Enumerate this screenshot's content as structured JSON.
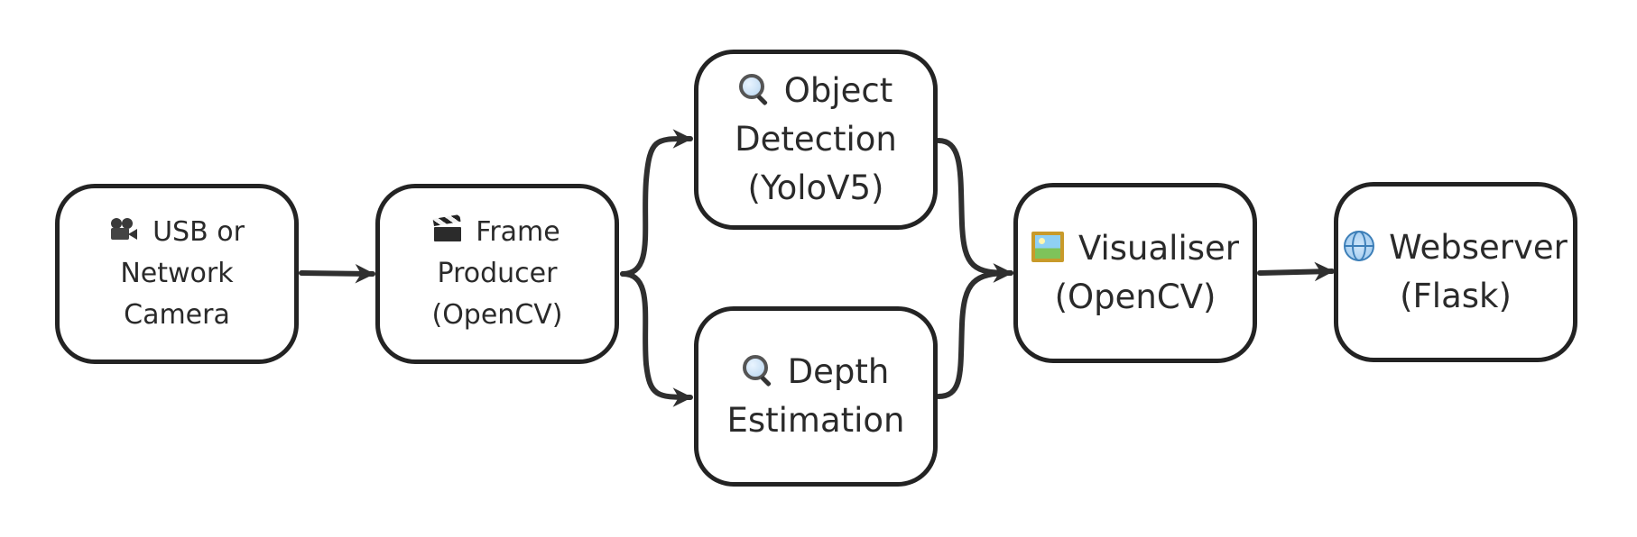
{
  "diagram": {
    "nodes": [
      {
        "id": "camera",
        "icon": "movie-camera-icon",
        "lines": [
          "USB or",
          "Network",
          "Camera"
        ]
      },
      {
        "id": "frame-producer",
        "icon": "clapper-board-icon",
        "lines": [
          "Frame",
          "Producer",
          "(OpenCV)"
        ]
      },
      {
        "id": "object-detection",
        "icon": "magnifying-glass-icon",
        "lines": [
          "Object",
          "Detection",
          "(YoloV5)"
        ]
      },
      {
        "id": "depth-estimation",
        "icon": "magnifying-glass-icon",
        "lines": [
          "Depth",
          "Estimation"
        ]
      },
      {
        "id": "visualiser",
        "icon": "framed-picture-icon",
        "lines": [
          "Visualiser",
          "(OpenCV)"
        ]
      },
      {
        "id": "webserver",
        "icon": "globe-icon",
        "lines": [
          "Webserver",
          "(Flask)"
        ]
      }
    ],
    "edges": [
      {
        "from": "camera",
        "to": "frame-producer"
      },
      {
        "from": "frame-producer",
        "to": "object-detection"
      },
      {
        "from": "frame-producer",
        "to": "depth-estimation"
      },
      {
        "from": "object-detection",
        "to": "visualiser"
      },
      {
        "from": "depth-estimation",
        "to": "visualiser"
      },
      {
        "from": "visualiser",
        "to": "webserver"
      }
    ],
    "colors": {
      "stroke": "#232323",
      "text": "#2a2a2a",
      "background": "#ffffff"
    }
  }
}
